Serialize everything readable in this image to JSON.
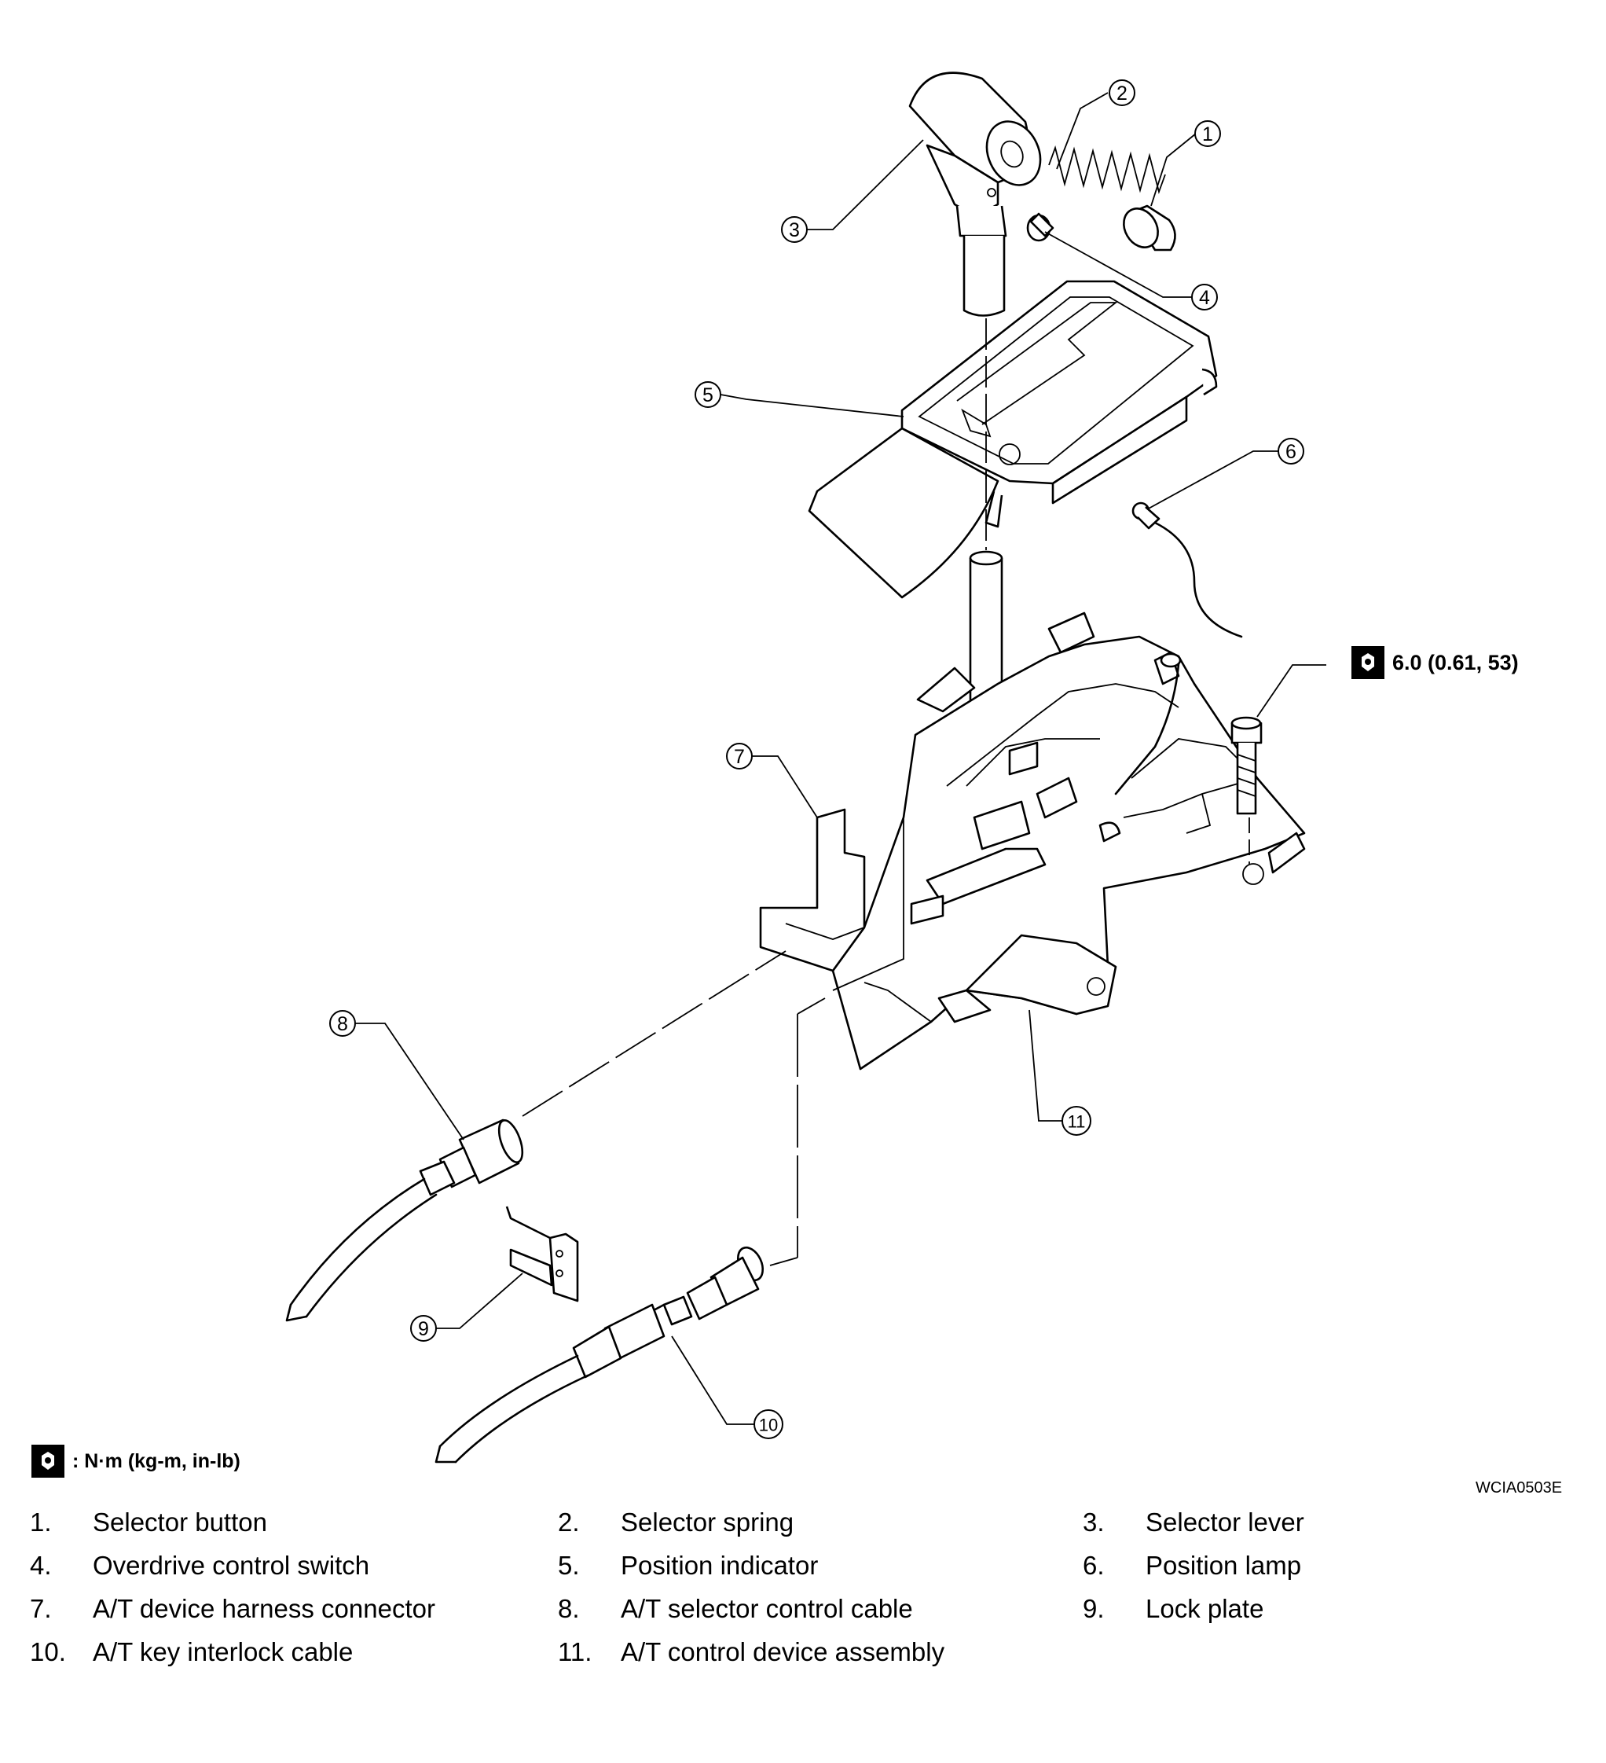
{
  "diagram": {
    "callouts": [
      "1",
      "2",
      "3",
      "4",
      "5",
      "6",
      "7",
      "8",
      "9",
      "10",
      "11"
    ],
    "torque_spec": "6.0 (0.61, 53)",
    "unit_note": ": N·m (kg-m, in-lb)",
    "figure_code": "WCIA0503E",
    "icons": {
      "torque": "torque-wrench-icon"
    }
  },
  "legend": [
    {
      "num": "1.",
      "label": "Selector button"
    },
    {
      "num": "2.",
      "label": "Selector spring"
    },
    {
      "num": "3.",
      "label": "Selector lever"
    },
    {
      "num": "4.",
      "label": "Overdrive control switch"
    },
    {
      "num": "5.",
      "label": "Position indicator"
    },
    {
      "num": "6.",
      "label": "Position lamp"
    },
    {
      "num": "7.",
      "label": "A/T device harness connector"
    },
    {
      "num": "8.",
      "label": "A/T selector control cable"
    },
    {
      "num": "9.",
      "label": "Lock plate"
    },
    {
      "num": "10.",
      "label": "A/T key interlock cable"
    },
    {
      "num": "11.",
      "label": "A/T control device assembly"
    }
  ]
}
